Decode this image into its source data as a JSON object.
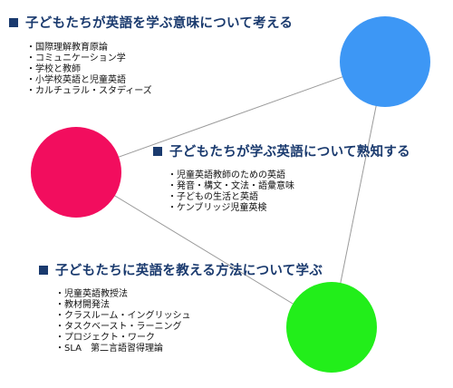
{
  "colors": {
    "heading": "#1a3a6e",
    "circle_blue": "#3d97f5",
    "circle_pink": "#f20d5e",
    "circle_green": "#22ee1a",
    "connector": "#9a9a9a",
    "text": "#111111"
  },
  "circles": [
    {
      "name": "circle-blue",
      "color_key": "circle_blue"
    },
    {
      "name": "circle-pink",
      "color_key": "circle_pink"
    },
    {
      "name": "circle-green",
      "color_key": "circle_green"
    }
  ],
  "sections": [
    {
      "heading": "子どもたちが英語を学ぶ意味について考える",
      "items": [
        "国際理解教育原論",
        "コミュニケーション学",
        "学校と教師",
        "小学校英語と児童英語",
        "カルチュラル・スタディーズ"
      ]
    },
    {
      "heading": "子どもたちが学ぶ英語について熟知する",
      "items": [
        "児童英語教師のための英語",
        "発音・構文・文法・語彙意味",
        "子どもの生活と英語",
        "ケンブリッジ児童英検"
      ]
    },
    {
      "heading": "子どもたちに英語を教える方法について学ぶ",
      "items": [
        "児童英語教授法",
        "教材開発法",
        "クラスルーム・イングリッシュ",
        "タスクベースト・ラーニング",
        "プロジェクト・ワーク",
        "SLA　第二言語習得理論"
      ]
    }
  ]
}
